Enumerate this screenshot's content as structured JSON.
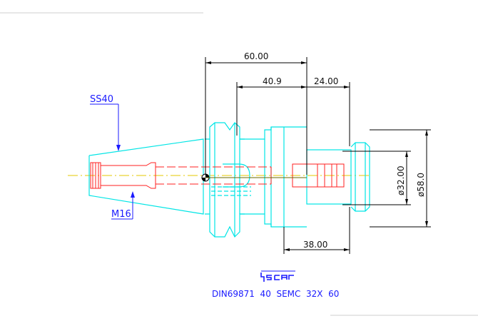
{
  "dimensions": {
    "overall_length": "60.00",
    "mid_length": "40.9",
    "collet_length": "24.00",
    "front_length": "38.00",
    "bore_diameter": "ø32.00",
    "outer_diameter": "ø58.0"
  },
  "labels": {
    "taper": "SS40",
    "thread": "M16"
  },
  "logo": {
    "brand": "iscar"
  },
  "caption": "DIN69871  40  SEMC  32X  60",
  "colors": {
    "outline": "#00e5e5",
    "internal": "#ff2020",
    "dimension": "#000000",
    "leader": "#1a1aff",
    "axis": "#e6c800"
  }
}
